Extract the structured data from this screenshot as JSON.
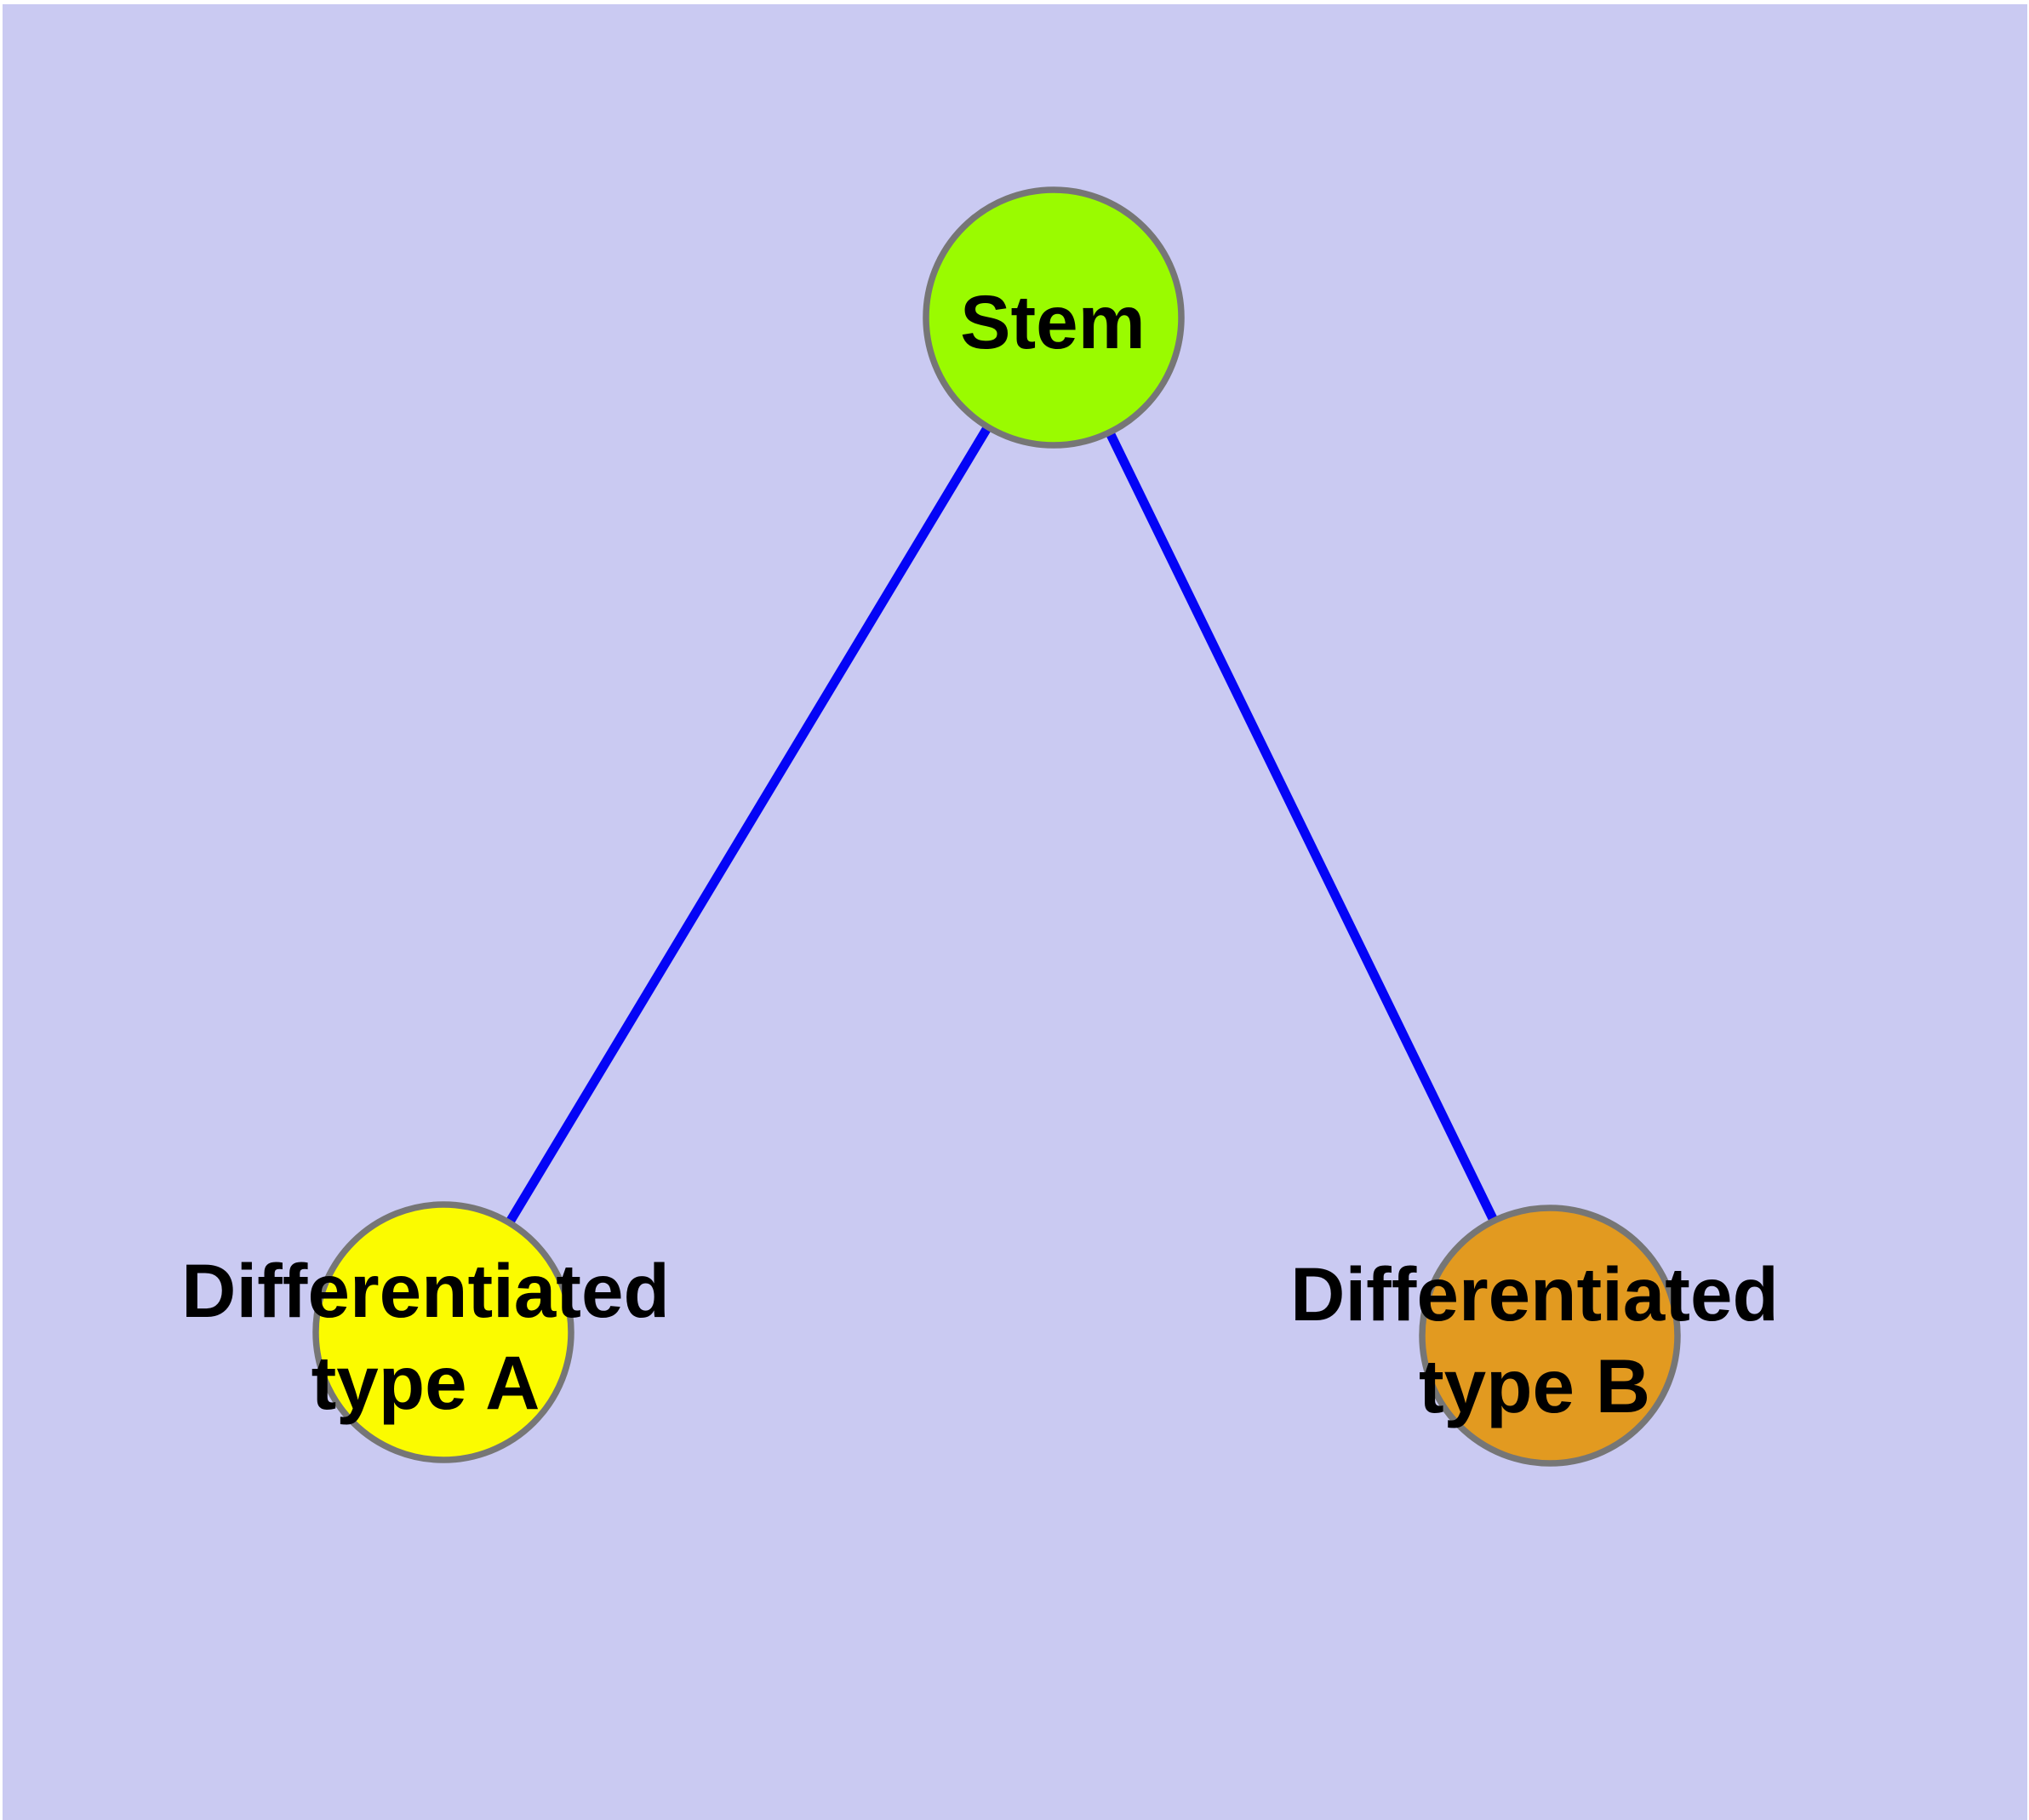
{
  "diagram": {
    "type": "node-link-graph",
    "background_color": "#cacaf2",
    "margin_color": "#ffffff",
    "edge_color": "#0404f6",
    "node_border_color": "#767676",
    "label_color": "#000000",
    "nodes": [
      {
        "id": "stem",
        "label_lines": [
          "Stem"
        ],
        "fill": "#9afb00"
      },
      {
        "id": "differentiated-type-a",
        "label_lines": [
          "Differentiated",
          "type A"
        ],
        "fill": "#fbfb00"
      },
      {
        "id": "differentiated-type-b",
        "label_lines": [
          "Differentiated",
          "type B"
        ],
        "fill": "#e29a20"
      }
    ],
    "edges": [
      {
        "from": "stem",
        "to": "differentiated-type-a"
      },
      {
        "from": "stem",
        "to": "differentiated-type-b"
      }
    ]
  }
}
